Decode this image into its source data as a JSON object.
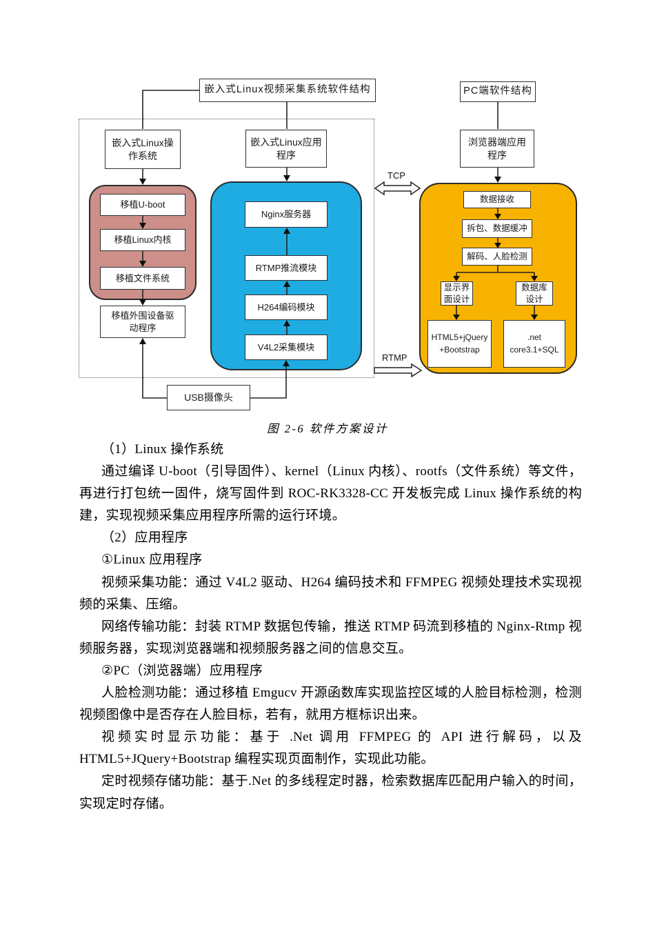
{
  "diagram": {
    "embedded_title": "嵌入式Linux视频采集系统软件结构",
    "pc_title": "PC端软件结构",
    "os_box": "嵌入式Linux操\n作系统",
    "app_box": "嵌入式Linux应用\n程序",
    "browser_box": "浏览器端应用\n程序",
    "os_steps": [
      "移植U-boot",
      "移植Linux内核",
      "移植文件系统"
    ],
    "driver_box": "移植外围设备驱\n动程序",
    "app_modules": [
      "Nginx服务器",
      "RTMP推流模块",
      "H264编码模块",
      "V4L2采集模块"
    ],
    "pc_steps": [
      "数据接收",
      "拆包、数据缓冲",
      "解码、人脸检测"
    ],
    "ui_design": "显示界\n面设计",
    "db_design": "数据库\n设计",
    "ui_tech": "HTML5+jQuery\n+Bootstrap",
    "db_tech": ".net\ncore3.1+SQL",
    "tcp_label": "TCP",
    "rtmp_label": "RTMP",
    "usb_box": "USB摄像头",
    "colors": {
      "pink": "#CC8F89",
      "blue": "#1EACE3",
      "yellow": "#F8B301"
    }
  },
  "caption": "图 2-6 软件方案设计",
  "body": {
    "paragraphs": [
      "（1）Linux 操作系统",
      "通过编译 U-boot（引导固件）、kernel（Linux 内核）、rootfs（文件系统）等文件，再进行打包统一固件，烧写固件到 ROC-RK3328-CC 开发板完成 Linux 操作系统的构建，实现视频采集应用程序所需的运行环境。",
      "（2）应用程序",
      "①Linux 应用程序",
      "视频采集功能：通过 V4L2 驱动、H264 编码技术和 FFMPEG 视频处理技术实现视频的采集、压缩。",
      "网络传输功能：封装 RTMP 数据包传输，推送 RTMP 码流到移植的 Nginx-Rtmp 视频服务器，实现浏览器端和视频服务器之间的信息交互。",
      "②PC（浏览器端）应用程序",
      "人脸检测功能：通过移植 Emgucv 开源函数库实现监控区域的人脸目标检测，检测视频图像中是否存在人脸目标，若有，就用方框标识出来。",
      "视频实时显示功能：基于 .Net 调用 FFMPEG 的 API 进行解码，以及 HTML5+JQuery+Bootstrap 编程实现页面制作，实现此功能。",
      "定时视频存储功能：基于.Net 的多线程定时器，检索数据库匹配用户输入的时间，实现定时存储。"
    ]
  }
}
